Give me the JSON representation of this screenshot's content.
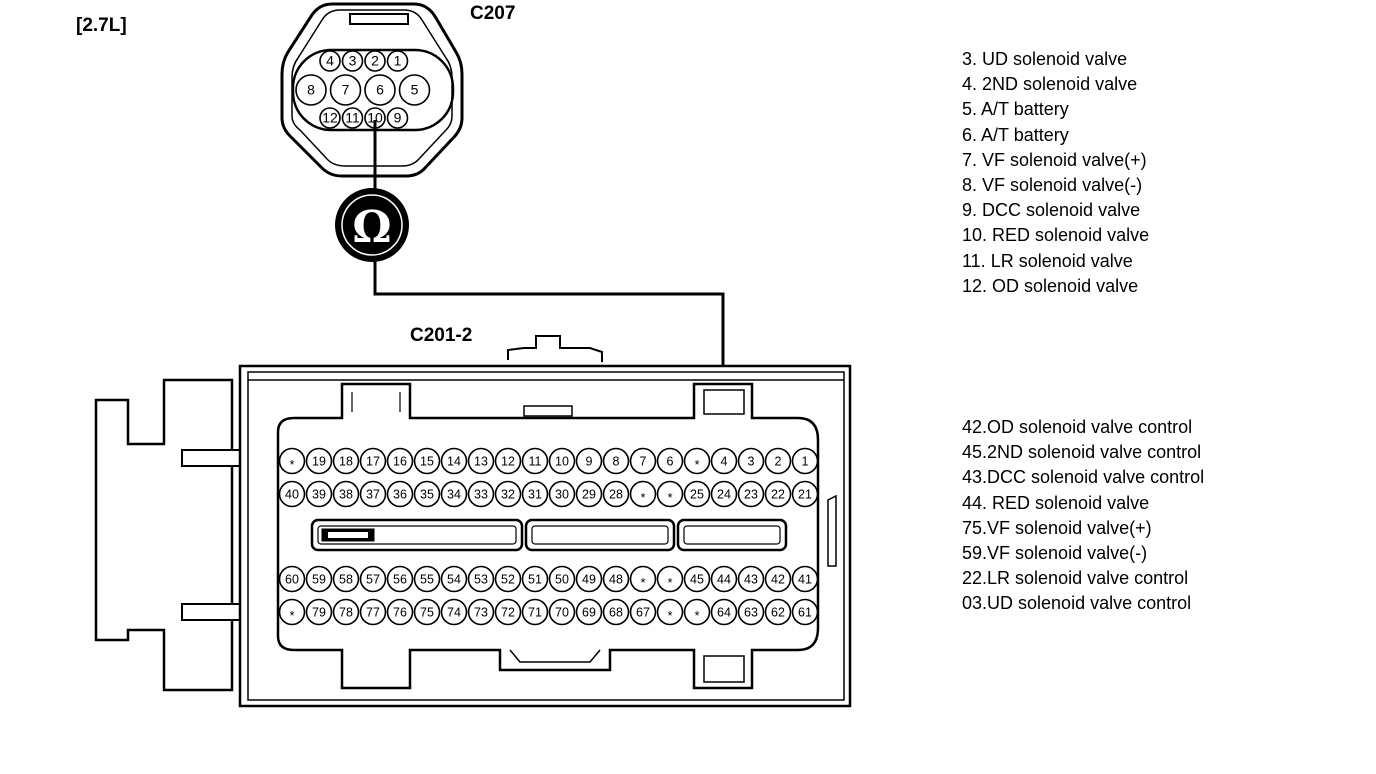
{
  "engine_label": "[2.7L]",
  "connector_top": {
    "name": "C207",
    "pins_row1": [
      "4",
      "3",
      "2",
      "1"
    ],
    "pins_row2": [
      "8",
      "7",
      "6",
      "5"
    ],
    "pins_row3": [
      "12",
      "11",
      "10",
      "9"
    ],
    "probed_pins": [
      "10"
    ]
  },
  "meter_symbol": "Ω",
  "connector_bottom": {
    "name": "C201-2",
    "rows": [
      [
        "*",
        "19",
        "18",
        "17",
        "16",
        "15",
        "14",
        "13",
        "12",
        "11",
        "10",
        "9",
        "8",
        "7",
        "6",
        "*",
        "4",
        "3",
        "2",
        "1"
      ],
      [
        "40",
        "39",
        "38",
        "37",
        "36",
        "35",
        "34",
        "33",
        "32",
        "31",
        "30",
        "29",
        "28",
        "*",
        "*",
        "25",
        "24",
        "23",
        "22",
        "21"
      ],
      [
        "60",
        "59",
        "58",
        "57",
        "56",
        "55",
        "54",
        "53",
        "52",
        "51",
        "50",
        "49",
        "48",
        "*",
        "*",
        "45",
        "44",
        "43",
        "42",
        "41"
      ],
      [
        "*",
        "79",
        "78",
        "77",
        "76",
        "75",
        "74",
        "73",
        "72",
        "71",
        "70",
        "69",
        "68",
        "67",
        "*",
        "*",
        "64",
        "63",
        "62",
        "61"
      ]
    ],
    "probed_pin": "44"
  },
  "legend_top": [
    "3. UD solenoid valve",
    "4. 2ND solenoid valve",
    "5. A/T battery",
    "6. A/T battery",
    "7. VF solenoid valve(+)",
    "8. VF solenoid valve(-)",
    "9. DCC solenoid valve",
    "10. RED solenoid valve",
    "11. LR solenoid valve",
    "12. OD solenoid valve"
  ],
  "legend_bottom": [
    "42.OD solenoid valve control",
    "45.2ND solenoid valve control",
    "43.DCC solenoid valve control",
    "44. RED solenoid valve",
    "75.VF solenoid valve(+)",
    "59.VF solenoid valve(-)",
    "22.LR solenoid valve control",
    "03.UD solenoid valve control"
  ]
}
